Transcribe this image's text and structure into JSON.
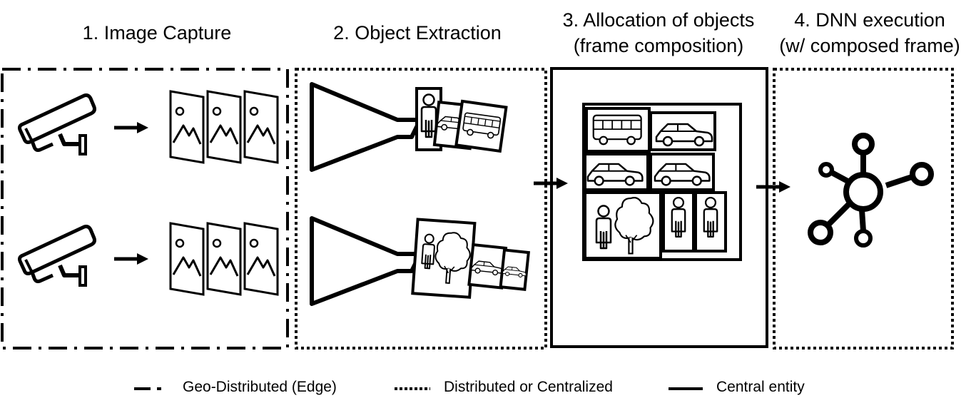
{
  "stages": [
    {
      "number": "1.",
      "title": "Image Capture",
      "subtitle": ""
    },
    {
      "number": "2.",
      "title": "Object Extraction",
      "subtitle": ""
    },
    {
      "number": "3.",
      "title": "Allocation of objects",
      "subtitle": "(frame composition)"
    },
    {
      "number": "4.",
      "title": "DNN execution",
      "subtitle": "(w/ composed frame)"
    }
  ],
  "legend": [
    {
      "label": "Geo-Distributed (Edge)",
      "line_style": "dash-dot"
    },
    {
      "label": "Distributed or Centralized",
      "line_style": "dotted"
    },
    {
      "label": "Central entity",
      "line_style": "solid"
    }
  ],
  "icons": [
    "security-camera-icon",
    "image-frame-icon",
    "funnel-icon",
    "person-icon",
    "car-icon",
    "bus-icon",
    "tree-icon",
    "neural-network-icon",
    "arrow-right-icon"
  ],
  "colors": {
    "stroke": "#000000",
    "background": "#ffffff"
  }
}
